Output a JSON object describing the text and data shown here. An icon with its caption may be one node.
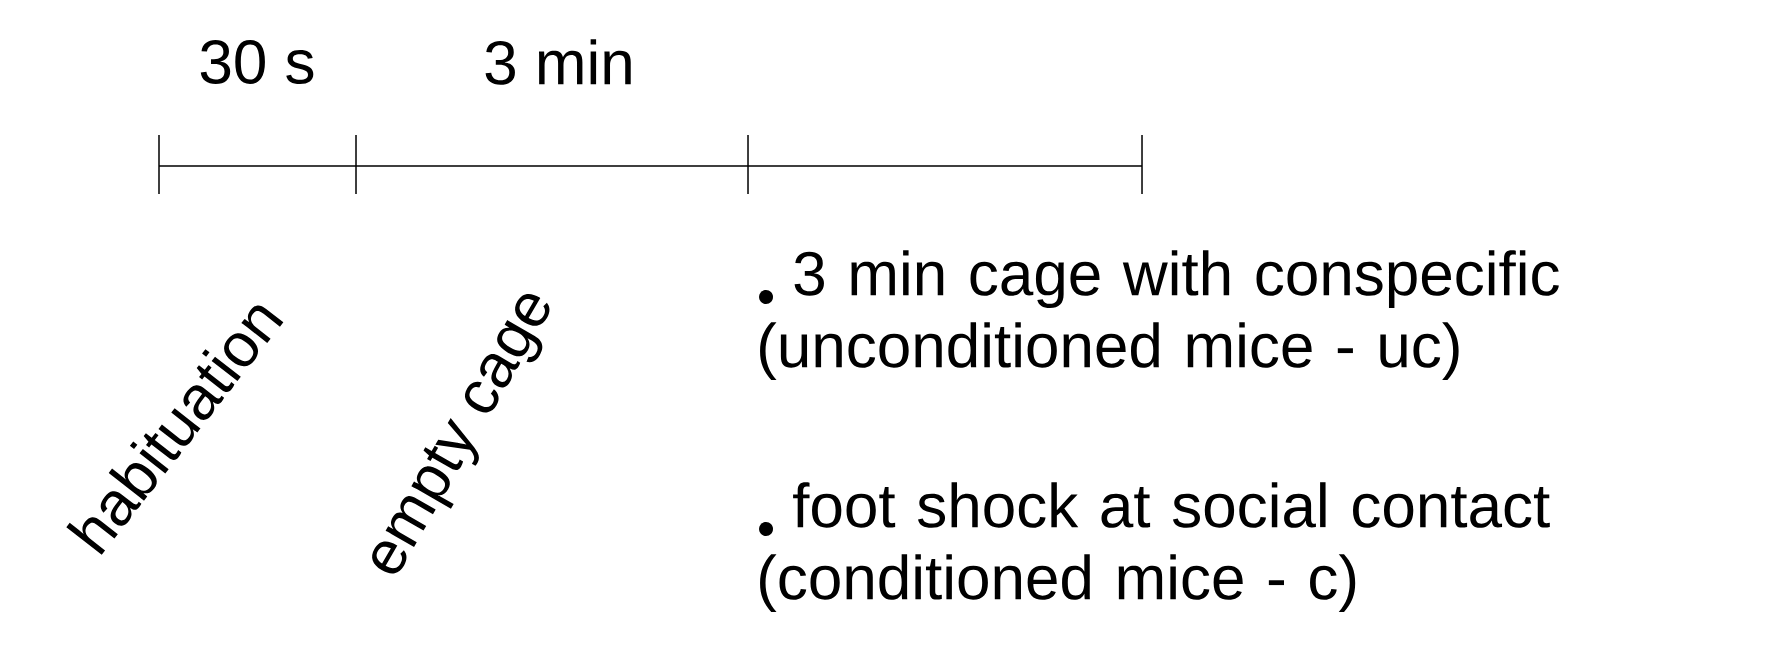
{
  "diagram": {
    "labels": [
      "30 s",
      "3 min",
      "habituation",
      "empty cage",
      "3 min cage with conspecific (unconditioned mice - uc)",
      "foot shock at social contact (conditioned mice - c)"
    ]
  }
}
